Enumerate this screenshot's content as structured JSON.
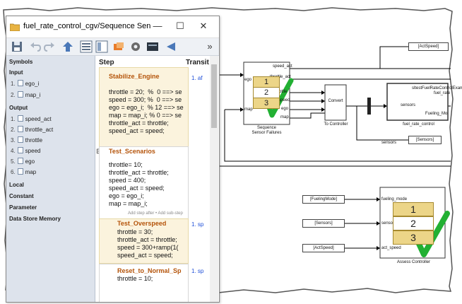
{
  "window": {
    "title": "fuel_rate_control_cgv/Sequence Sens...",
    "minimize": "—",
    "maximize": "☐",
    "close": "✕",
    "toolbar_overflow": "»"
  },
  "sidebar": {
    "symbols": "Symbols",
    "input_header": "Input",
    "inputs": [
      {
        "num": "1.",
        "label": "ego_i"
      },
      {
        "num": "2.",
        "label": "map_i"
      }
    ],
    "output_header": "Output",
    "outputs": [
      {
        "num": "1.",
        "label": "speed_act"
      },
      {
        "num": "2.",
        "label": "throttle_act"
      },
      {
        "num": "3.",
        "label": "throttle"
      },
      {
        "num": "4.",
        "label": "speed"
      },
      {
        "num": "5.",
        "label": "ego"
      },
      {
        "num": "6.",
        "label": "map"
      }
    ],
    "local": "Local",
    "constant": "Constant",
    "parameter": "Parameter",
    "data_store_memory": "Data Store Memory"
  },
  "table": {
    "step_header": "Step",
    "transition_header": "Transit",
    "steps": [
      {
        "title": "Stabilize_Engine",
        "lines": [
          "throttle = 20;  %  0 ==> se",
          "speed = 300; %  0 ==> se",
          "ego = ego_i;  % 12 ==> se",
          "map = map_i; % 0 ==> se",
          "throttle_act = throttle;",
          "speed_act = speed;"
        ],
        "transition": "1. af"
      },
      {
        "title": "Test_Scenarios",
        "lines": [
          "throttle= 10;",
          "throttle_act = throttle;",
          "speed = 400;",
          "speed_act = speed;",
          "ego = ego_i;",
          "map = map_i;"
        ],
        "add_hint": "Add step after • Add sub-step",
        "toggle": "⊟"
      },
      {
        "title": "Test_Overspeed",
        "lines": [
          "throttle = 30;",
          "throttle_act = throttle;",
          "speed = 300+ramp(1(",
          "speed_act = speed;"
        ],
        "transition": "1. sp"
      },
      {
        "title": "Reset_to_Normal_Sp",
        "lines": [
          "throttle = 10;"
        ],
        "transition": "1. sp"
      }
    ]
  },
  "model": {
    "tags": {
      "act_speed_top": "[ActSpeed]",
      "sensors_right": "[Sensors]",
      "fueling_mode": "[FuelingMode]",
      "sensors_bottom": "[Sensors]",
      "act_speed_bottom": "[ActSpeed]"
    },
    "sequence_block": {
      "label_line1": "Sequence",
      "label_line2": "Sensor Failures",
      "in_ports": [
        "ego",
        "map"
      ],
      "out_ports": [
        "speed_act",
        "throttle_act",
        "throttle",
        "speed",
        "ego",
        "map"
      ],
      "numbers": [
        "1",
        "2",
        "3"
      ]
    },
    "convert_block": {
      "name": "Convert",
      "label": "To Controller"
    },
    "fuel_block": {
      "title_line1": "sltestFuelRateControlExample",
      "title_line2": "fuel_rate",
      "in_port": "sensors",
      "sub": "Fueling_Mo",
      "label": "fuel_rate_control"
    },
    "signals": {
      "sensors": "sensors"
    },
    "assess_block": {
      "label": "Assess Controller",
      "in_ports": [
        "fueling_mode",
        "sensors",
        "act_speed"
      ],
      "numbers": [
        "1",
        "2",
        "3"
      ]
    },
    "colors": {
      "check": "#22b033",
      "seq_fill": "#ecd588",
      "wire": "#000000"
    }
  }
}
